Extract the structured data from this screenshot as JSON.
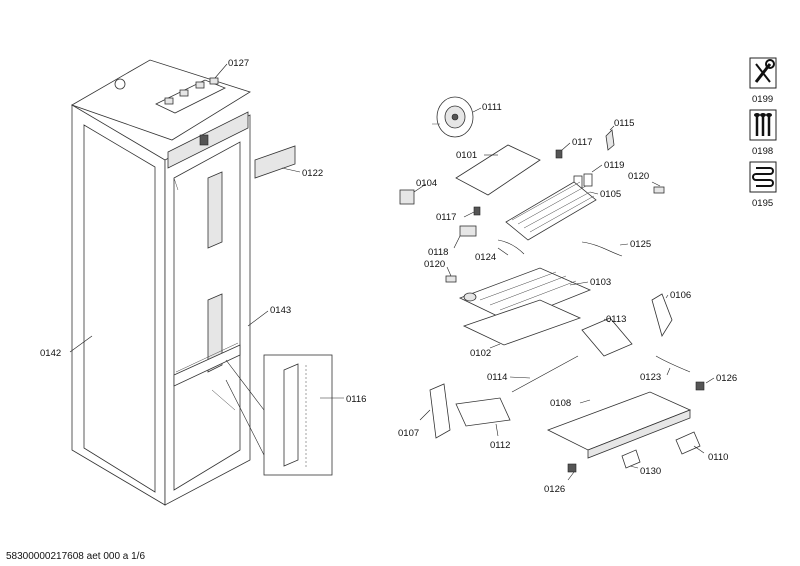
{
  "document_ref": "58300000217608 aet 000 a 1/6",
  "callouts": {
    "p0111": "0111",
    "p0101": "0101",
    "p0117a": "0117",
    "p0115": "0115",
    "p0119": "0119",
    "p0120a": "0120",
    "p0105": "0105",
    "p0104": "0104",
    "p0117b": "0117",
    "p0118": "0118",
    "p0124": "0124",
    "p0125": "0125",
    "p0120b": "0120",
    "p0103": "0103",
    "p0106": "0106",
    "p0113": "0113",
    "p0102": "0102",
    "p0114": "0114",
    "p0123": "0123",
    "p0126a": "0126",
    "p0107": "0107",
    "p0112": "0112",
    "p0108": "0108",
    "p0110": "0110",
    "p0130": "0130",
    "p0126b": "0126",
    "p0127": "0127",
    "p0122": "0122",
    "p0143": "0143",
    "p0142": "0142",
    "p0116": "0116"
  },
  "side_icons": [
    {
      "label": "0199",
      "icon": "tools-icon"
    },
    {
      "label": "0198",
      "icon": "screws-icon"
    },
    {
      "label": "0195",
      "icon": "heater-coil-icon"
    }
  ]
}
